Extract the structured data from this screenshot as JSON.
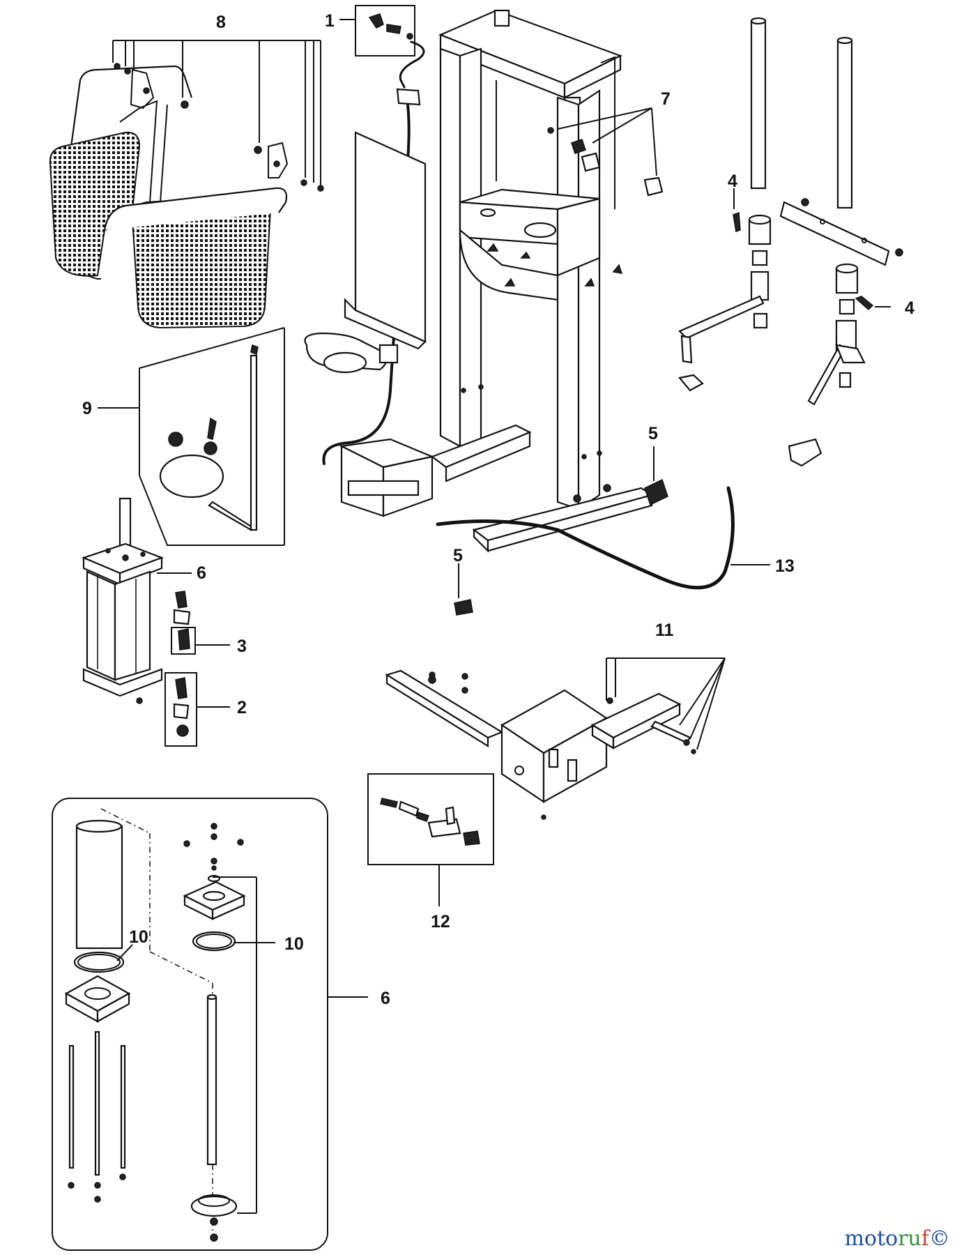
{
  "callouts": {
    "c1": "1",
    "c2": "2",
    "c3": "3",
    "c4a": "4",
    "c4b": "4",
    "c5a": "5",
    "c5b": "5",
    "c6a": "6",
    "c6b": "6",
    "c7": "7",
    "c8": "8",
    "c9": "9",
    "c10a": "10",
    "c10b": "10",
    "c11": "11",
    "c12": "12",
    "c13": "13"
  },
  "watermark": {
    "part1": "moto",
    "part2": "ru",
    "part3": "f",
    "symbol": "©"
  },
  "colors": {
    "line": "#111111",
    "background": "#ffffff",
    "watermark_blue": "#1e50a0",
    "watermark_green": "#3c8c3c",
    "watermark_red": "#c83c32"
  }
}
